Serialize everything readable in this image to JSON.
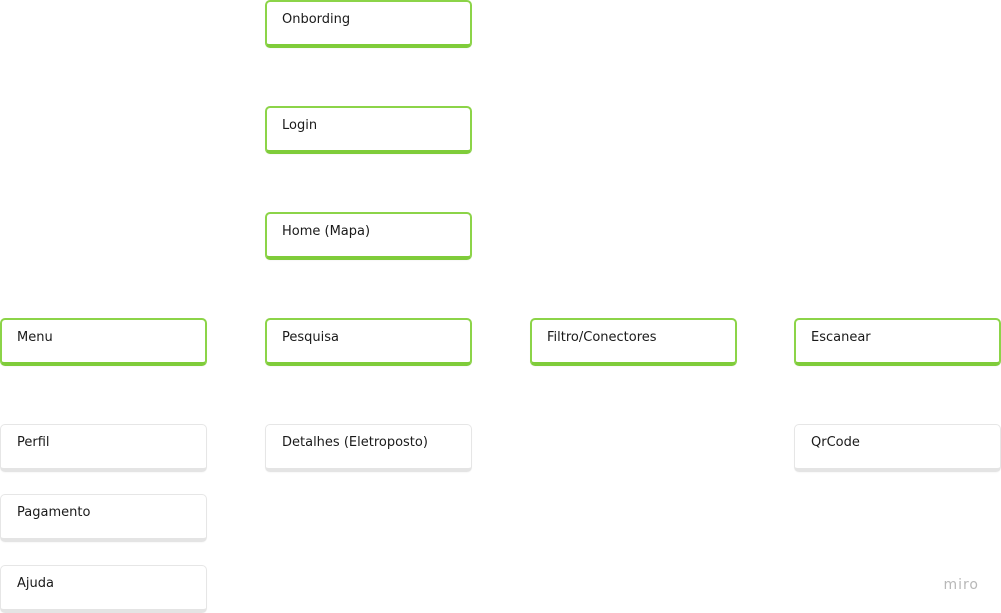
{
  "cards": [
    {
      "id": "onbording",
      "label": "Onbording",
      "style": "green"
    },
    {
      "id": "login",
      "label": "Login",
      "style": "green"
    },
    {
      "id": "home",
      "label": "Home (Mapa)",
      "style": "green"
    },
    {
      "id": "menu",
      "label": "Menu",
      "style": "green"
    },
    {
      "id": "pesquisa",
      "label": "Pesquisa",
      "style": "green"
    },
    {
      "id": "filtro",
      "label": "Filtro/Conectores",
      "style": "green"
    },
    {
      "id": "escanear",
      "label": "Escanear",
      "style": "green"
    },
    {
      "id": "perfil",
      "label": "Perfil",
      "style": "plain"
    },
    {
      "id": "detalhes",
      "label": "Detalhes (Eletroposto)",
      "style": "plain"
    },
    {
      "id": "qrcode",
      "label": "QrCode",
      "style": "plain"
    },
    {
      "id": "pagamento",
      "label": "Pagamento",
      "style": "plain"
    },
    {
      "id": "ajuda",
      "label": "Ajuda",
      "style": "plain"
    }
  ],
  "colors": {
    "accent_border": "#8cd448",
    "plain_border": "#e6e6e6",
    "text": "#1a1a1a",
    "watermark": "#b8b8b8"
  },
  "watermark": "miro"
}
